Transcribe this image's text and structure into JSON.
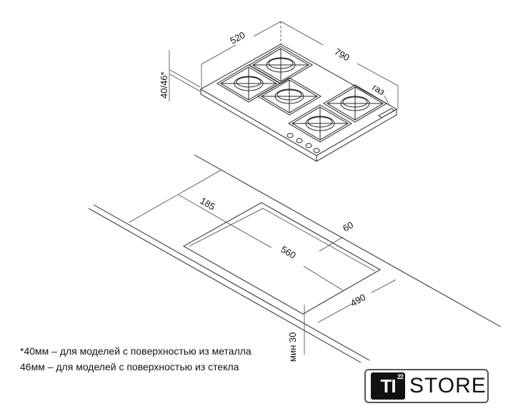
{
  "dimensions": {
    "hob_depth": "520",
    "hob_width": "790",
    "hob_height": "40/46*",
    "gas_label": "газ",
    "offset_side": "185",
    "cutout_width": "560",
    "offset_back": "60",
    "cutout_depth": "490",
    "min_thickness": "мин 30"
  },
  "notes": [
    "*40мм – для моделей с поверхностью из металла",
    "46мм – для моделей с поверхностью из стекла"
  ],
  "logo": {
    "mark": "TI",
    "superscript": "22",
    "word": "STORE"
  }
}
